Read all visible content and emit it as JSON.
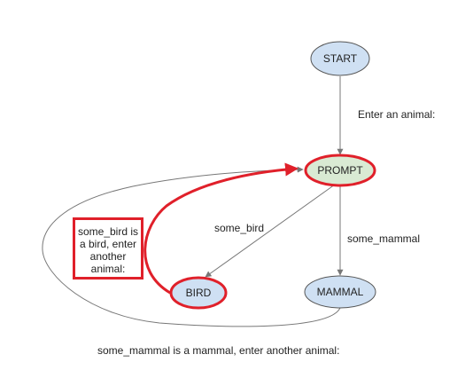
{
  "nodes": {
    "start": {
      "label": "START",
      "fill": "#cfe0f3"
    },
    "prompt": {
      "label": "PROMPT",
      "fill": "#d9ead3",
      "highlight": "#e0202a"
    },
    "bird": {
      "label": "BIRD",
      "fill": "#cfe0f3",
      "highlight": "#e0202a"
    },
    "mammal": {
      "label": "MAMMAL",
      "fill": "#cfe0f3"
    }
  },
  "edges": {
    "start_to_prompt": "Enter an animal:",
    "prompt_to_bird": "some_bird",
    "prompt_to_mammal": "some_mammal",
    "mammal_to_prompt": "some_mammal is a mammal, enter another animal:"
  },
  "note": {
    "text": "some_bird is a bird, enter another animal:",
    "border_color": "#e0202a"
  },
  "colors": {
    "edge": "#777777",
    "node_stroke": "#555555",
    "highlight": "#e0202a"
  }
}
